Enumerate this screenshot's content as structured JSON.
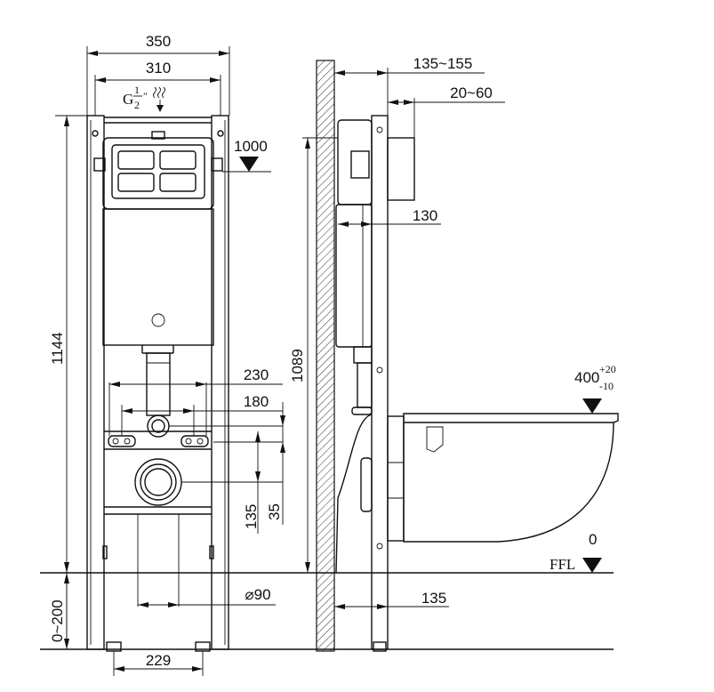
{
  "front_view": {
    "dim_width_outer": "350",
    "dim_width_inner": "310",
    "dim_height_total": "1144",
    "dim_height_adjust": "0~200",
    "dim_foot_spacing": "229",
    "dim_bolt_spacing_wide": "230",
    "dim_bolt_spacing_narrow": "180",
    "dim_drain_height": "135",
    "dim_drain_offset": "35",
    "dim_drain_diameter": "⌀90",
    "water_inlet_label_g": "G",
    "water_inlet_label_num": "1",
    "water_inlet_label_den": "2",
    "water_inlet_label_inch": "″",
    "inlet_height": "1000"
  },
  "side_view": {
    "dim_wall_depth": "135~155",
    "dim_button_depth": "20~60",
    "dim_tank_depth": "130",
    "dim_height": "1089",
    "dim_floor_offset": "135",
    "seat_height_base": "400",
    "seat_height_plus": "+20",
    "seat_height_minus": "-10",
    "ffl_value": "0",
    "ffl_label": "FFL"
  }
}
